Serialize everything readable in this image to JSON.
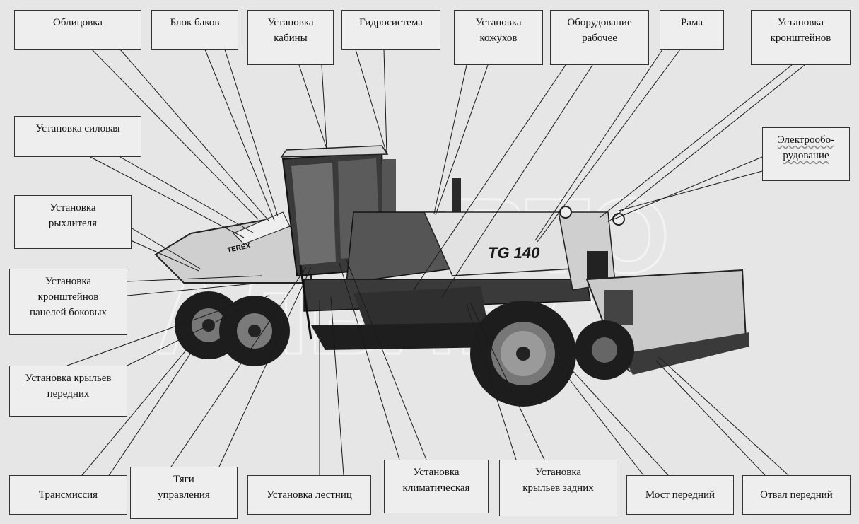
{
  "labels": {
    "oblitsovka": "Облицовка",
    "blok_bakov": "Блок баков",
    "ustanovka_kabiny": "Установка\nкабины",
    "gidrosistema": "Гидросистема",
    "ustanovka_kozhukhov": "Установка\nкожухов",
    "oborudovanie_rabochee": "Оборудование\nрабочее",
    "rama": "Рама",
    "ustanovka_kronshteynov": "Установка\nкронштейнов",
    "ustanovka_silovaya": "Установка силовая",
    "elektrooborudovanie": "Электрообо-\nрудование",
    "ustanovka_rykhlitelya": "Установка\nрыхлителя",
    "ustanovka_kronshteynov_paneley": "Установка\nкронштейнов\nпанелей боковых",
    "ustanovka_krylev_perednikh": "Установка крыльев\nпередних",
    "transmissiya": "Трансмиссия",
    "tyagi_upravleniya": "Тяги\nуправления",
    "ustanovka_lestnits": "Установка лестниц",
    "ustanovka_klimaticheskaya": "Установка\nклиматическая",
    "ustanovka_krylev_zadnikh": "Установка\nкрыльев задних",
    "most_peredniy": "Мост передний",
    "otval_peredniy": "Отвал передний"
  },
  "machine": {
    "brand": "TEREX",
    "model": "TG 140"
  },
  "watermark": {
    "top": "ВТО",
    "bottom": "АЛЬЯНС"
  },
  "colors": {
    "background": "#e6e6e6",
    "box": "#eeeeee",
    "line": "#222222",
    "machine_dark": "#2a2a2a",
    "machine_light": "#d8d8d8"
  }
}
